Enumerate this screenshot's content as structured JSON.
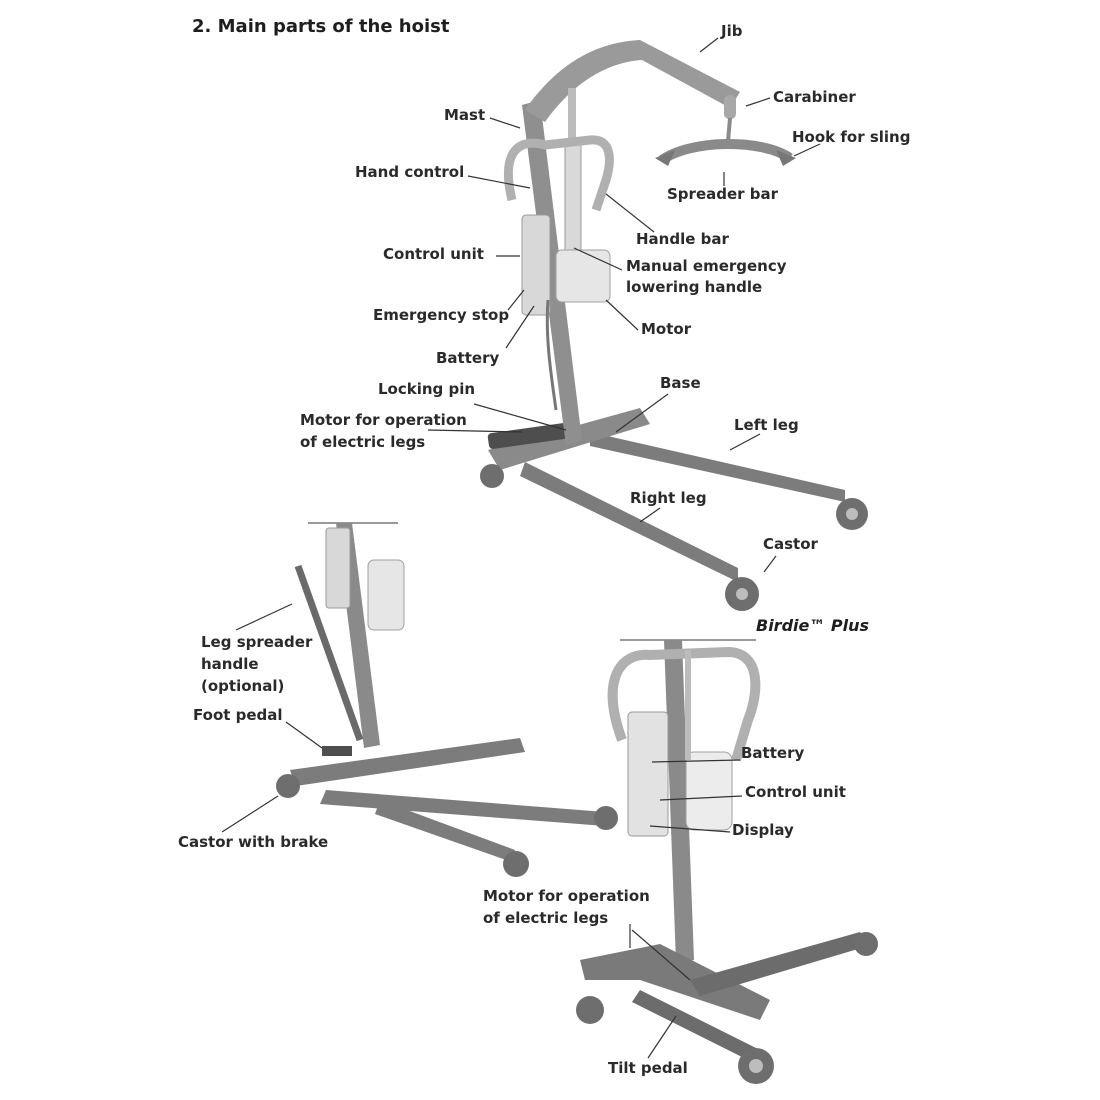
{
  "heading": "2.  Main parts of the hoist",
  "model_label": "Birdie™ Plus",
  "labels": {
    "jib": "Jib",
    "carabiner": "Carabiner",
    "hook_for_sling": "Hook for sling",
    "spreader_bar": "Spreader bar",
    "mast": "Mast",
    "hand_control": "Hand control",
    "handle_bar": "Handle bar",
    "control_unit_main": "Control unit",
    "manual_emergency_1": "Manual emergency",
    "manual_emergency_2": "lowering handle",
    "emergency_stop": "Emergency stop",
    "motor": "Motor",
    "battery_main": "Battery",
    "locking_pin": "Locking pin",
    "base": "Base",
    "motor_legs_1": "Motor for operation",
    "motor_legs_2": "of electric legs",
    "left_leg": "Left leg",
    "right_leg": "Right leg",
    "castor": "Castor",
    "leg_spreader_1": "Leg spreader",
    "leg_spreader_2": "handle",
    "leg_spreader_3": "(optional)",
    "foot_pedal": "Foot pedal",
    "castor_with_brake": "Castor with brake",
    "battery_plus": "Battery",
    "control_unit_plus": "Control unit",
    "display": "Display",
    "motor_legs_plus_1": "Motor for operation",
    "motor_legs_plus_2": "of electric legs",
    "tilt_pedal": "Tilt pedal"
  },
  "colors": {
    "metal": "#8a8a8a",
    "metal_light": "#b8b8b8",
    "metal_dark": "#5a5a5a",
    "wheel": "#6e6e6e",
    "leader": "#333333"
  }
}
